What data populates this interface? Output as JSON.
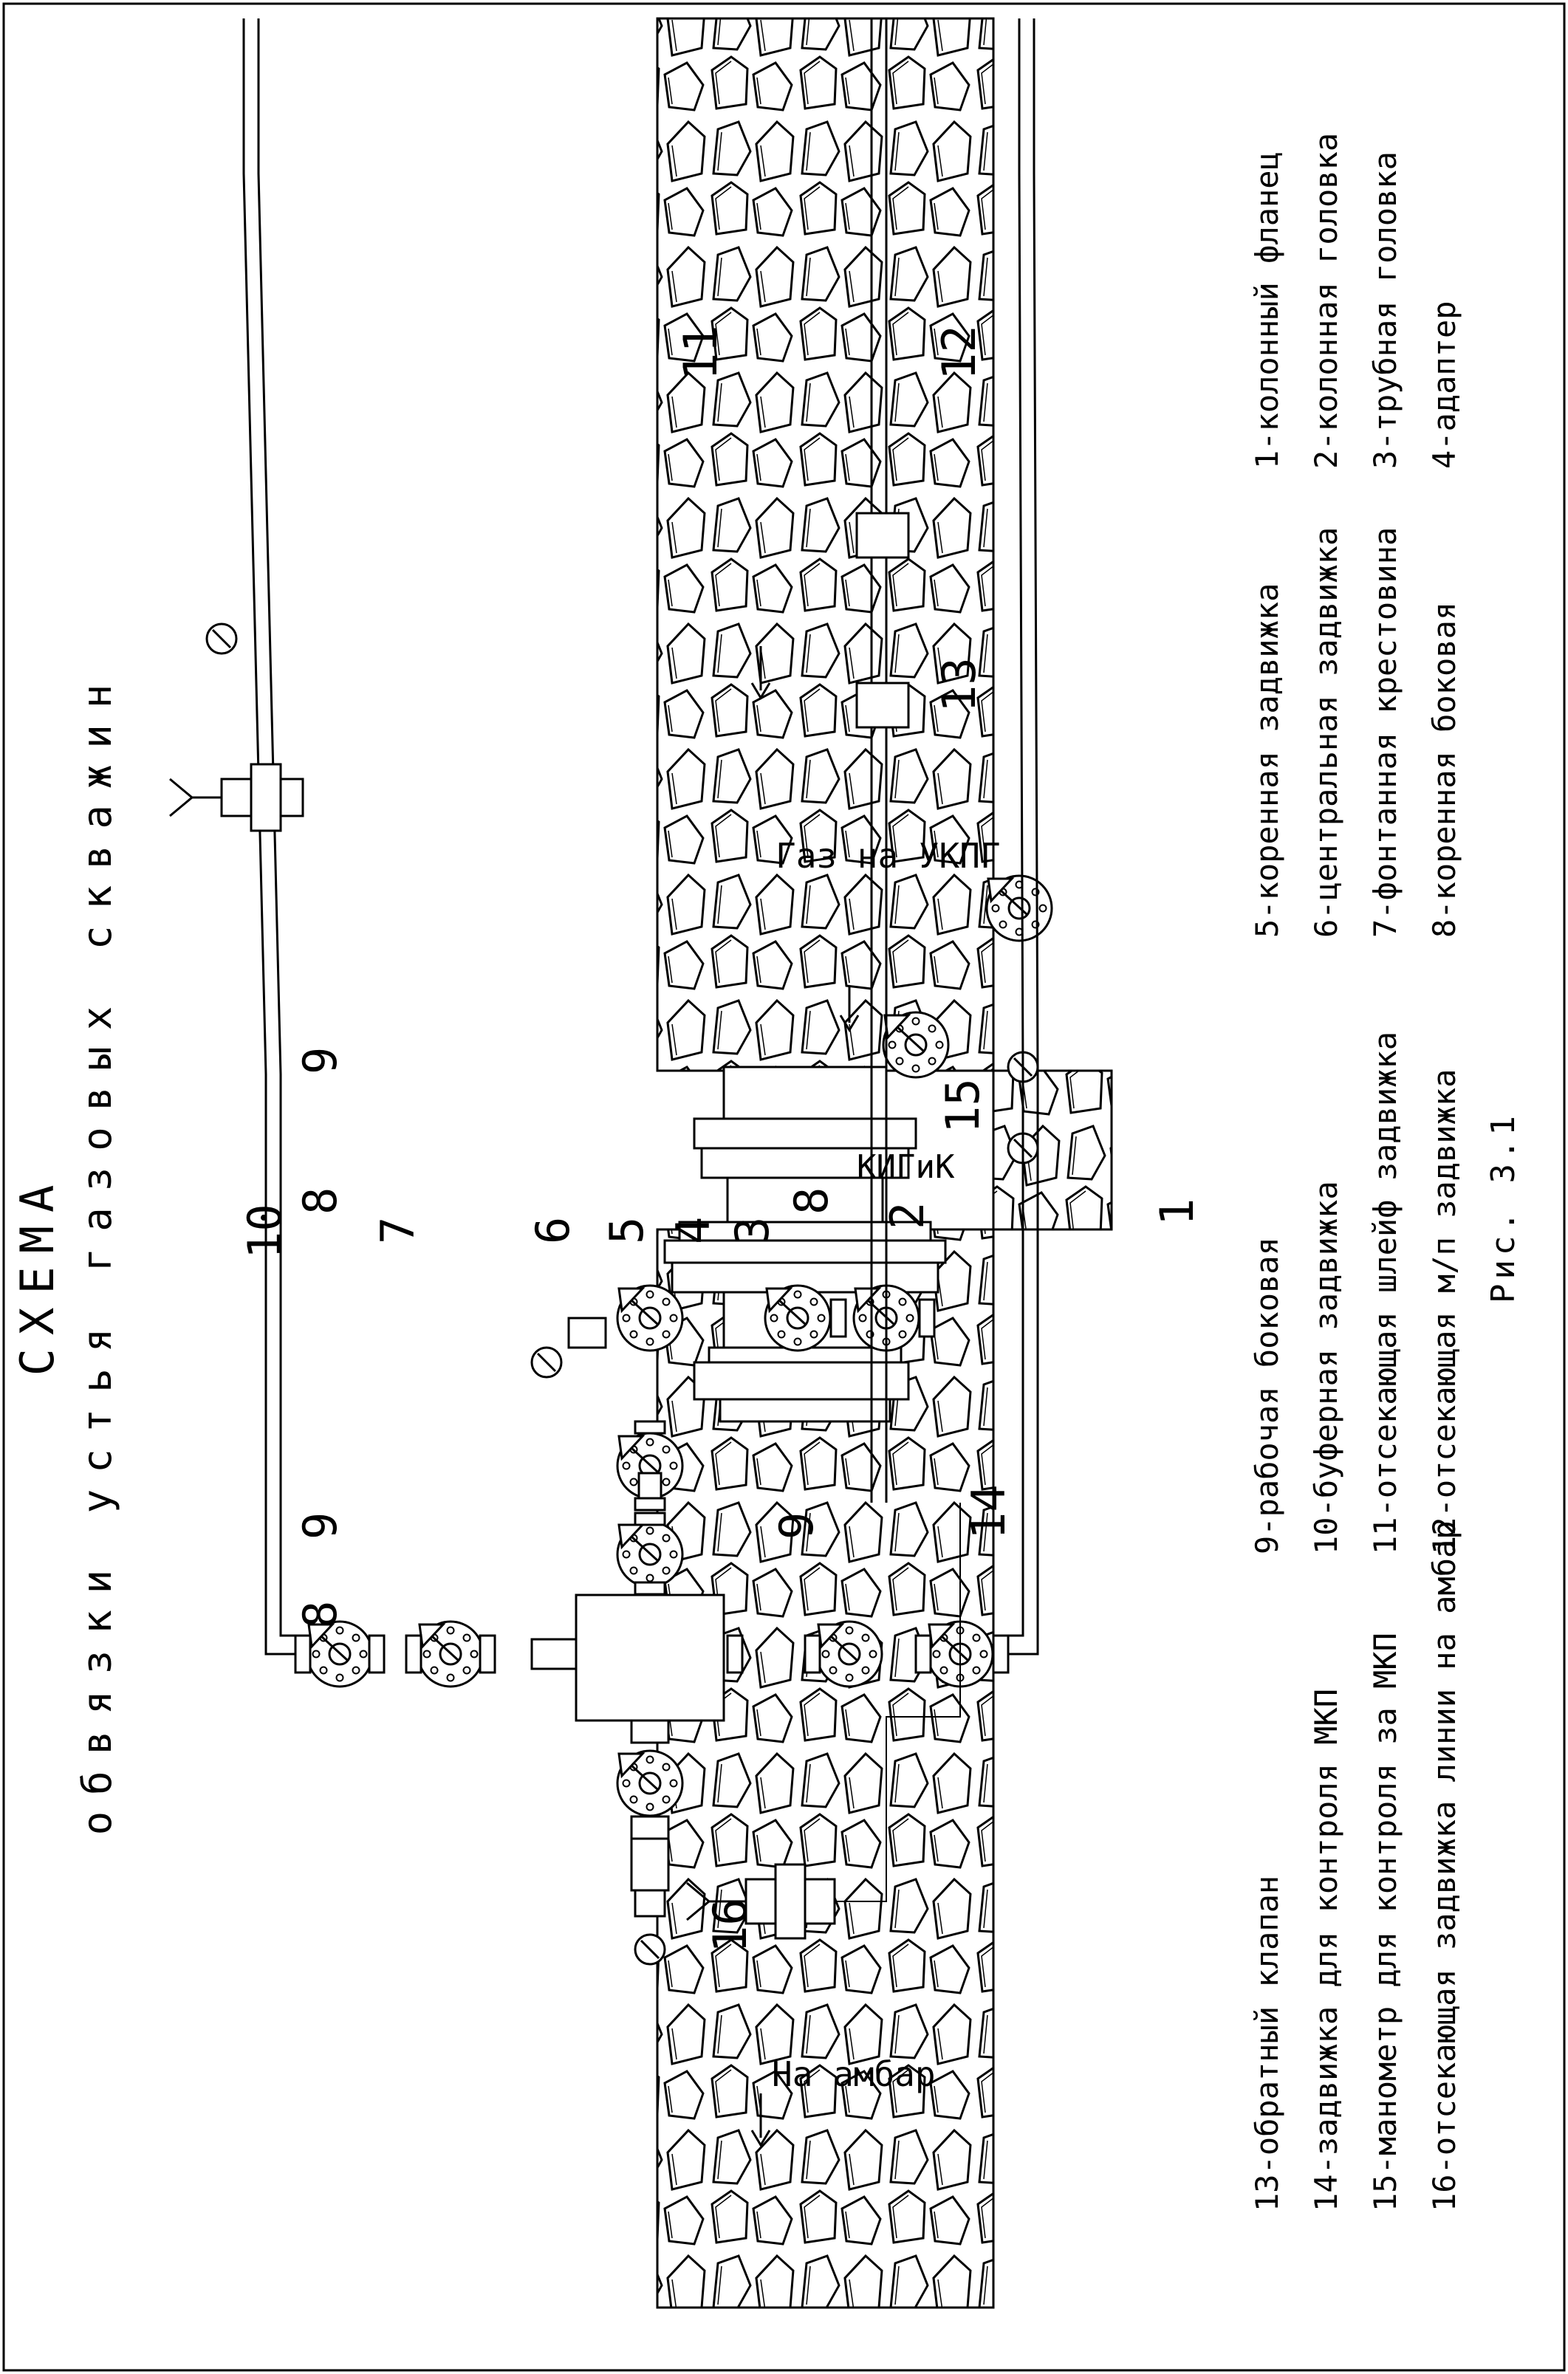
{
  "title": {
    "line1": "СХЕМА",
    "line2": "обвязки устья газовых скважин"
  },
  "callouts": {
    "n1": "1",
    "n2": "2",
    "n3": "3",
    "n4": "4",
    "n5": "5",
    "n6": "6",
    "n7": "7",
    "n8a": "8",
    "n8b": "8",
    "n8c": "8",
    "n9a": "9",
    "n9b": "9",
    "n9c": "9",
    "n10": "10",
    "n11": "11",
    "n12": "12",
    "n13": "13",
    "n14": "14",
    "n15": "15",
    "n16": "16"
  },
  "flow_labels": {
    "gas": "Газ на УКПГ",
    "kiguk": "КИГиК",
    "ambar": "На амбар"
  },
  "legend": {
    "col1": [
      "1-колонный фланец",
      "2-колонная головка",
      "3-трубная головка",
      "4-адаптер"
    ],
    "col2": [
      "5-коренная задвижка",
      "6-центральная задвижка",
      "7-фонтанная крестовина",
      "8-коренная боковая"
    ],
    "col3": [
      "9-рабочая боковая",
      "10-буферная задвижка",
      "11-отсекающая шлейф задвижка",
      "12-отсекающая м/п задвижка"
    ],
    "col4": [
      "13-обратный клапан",
      "14-задвижка для контроля МКП",
      "15-манометр для контроля за МКП",
      "16-отсекающая задвижка линии на амбар"
    ]
  },
  "caption": "Рис. 3.1",
  "icons": {
    "gate_valve": "gate-valve-icon",
    "gauge": "pressure-gauge-icon",
    "arrow": "flow-arrow-icon"
  }
}
